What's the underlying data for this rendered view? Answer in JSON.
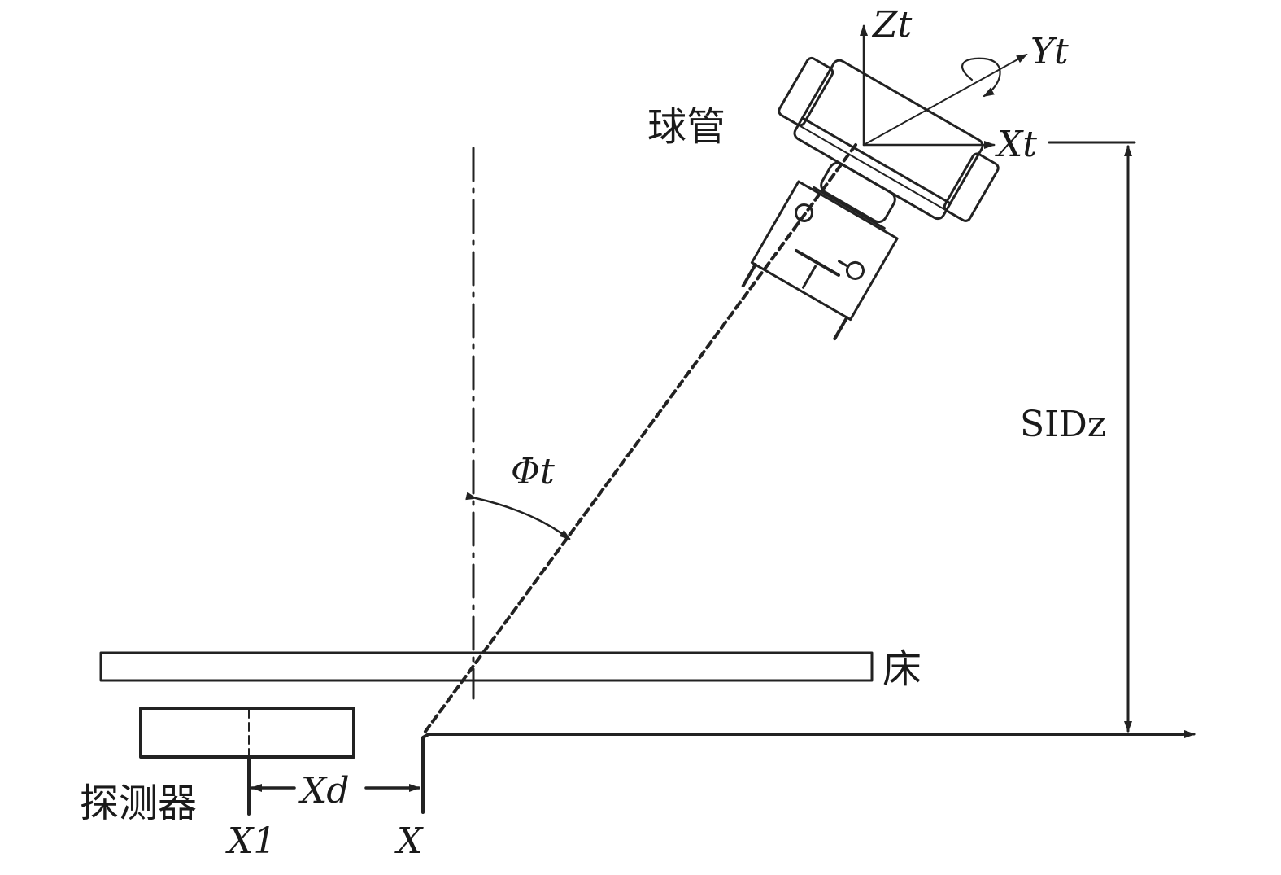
{
  "labels": {
    "tube": "球管",
    "bed": "床",
    "detector": "探测器",
    "zt": "Zt",
    "yt": "Yt",
    "xt": "Xt",
    "phi_t": "Φt",
    "sidz": "SIDz",
    "xd": "Xd",
    "x1": "X1",
    "x": "X"
  }
}
